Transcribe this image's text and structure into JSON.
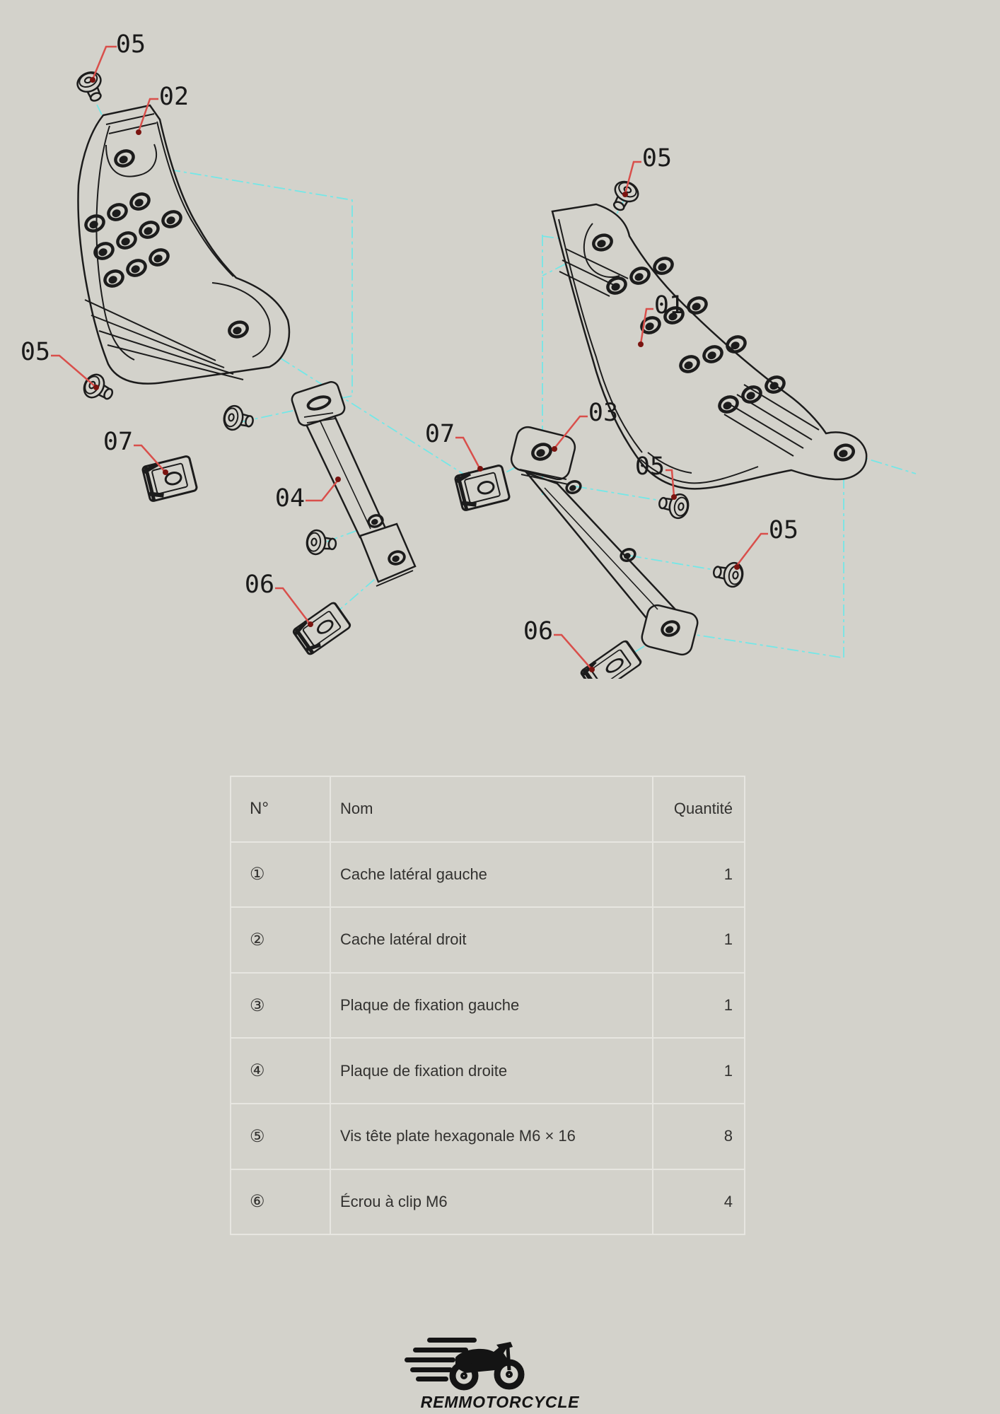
{
  "colors": {
    "background": "#d3d2cb",
    "line": "#1c1c1c",
    "leader_red": "#d94f4b",
    "construction_cyan": "#74e7e7",
    "table_border": "#e7e6e1",
    "text": "#32312f"
  },
  "diagram": {
    "callouts": [
      {
        "label": "05"
      },
      {
        "label": "02"
      },
      {
        "label": "05"
      },
      {
        "label": "07"
      },
      {
        "label": "04"
      },
      {
        "label": "06"
      },
      {
        "label": "05"
      },
      {
        "label": "01"
      },
      {
        "label": "03"
      },
      {
        "label": "07"
      },
      {
        "label": "05"
      },
      {
        "label": "05"
      },
      {
        "label": "06"
      }
    ]
  },
  "table": {
    "headers": {
      "num": "N°",
      "name": "Nom",
      "qty": "Quantité"
    },
    "rows": [
      {
        "num": "①",
        "name": "Cache latéral gauche",
        "qty": "1"
      },
      {
        "num": "②",
        "name": "Cache latéral droit",
        "qty": "1"
      },
      {
        "num": "③",
        "name": "Plaque de fixation gauche",
        "qty": "1"
      },
      {
        "num": "④",
        "name": "Plaque de fixation droite",
        "qty": "1"
      },
      {
        "num": "⑤",
        "name": "Vis tête plate hexagonale M6 × 16",
        "qty": "8"
      },
      {
        "num": "⑥",
        "name": "Écrou à clip M6",
        "qty": "4"
      }
    ]
  },
  "footer": {
    "brand": "REMMOTORCYCLE"
  }
}
